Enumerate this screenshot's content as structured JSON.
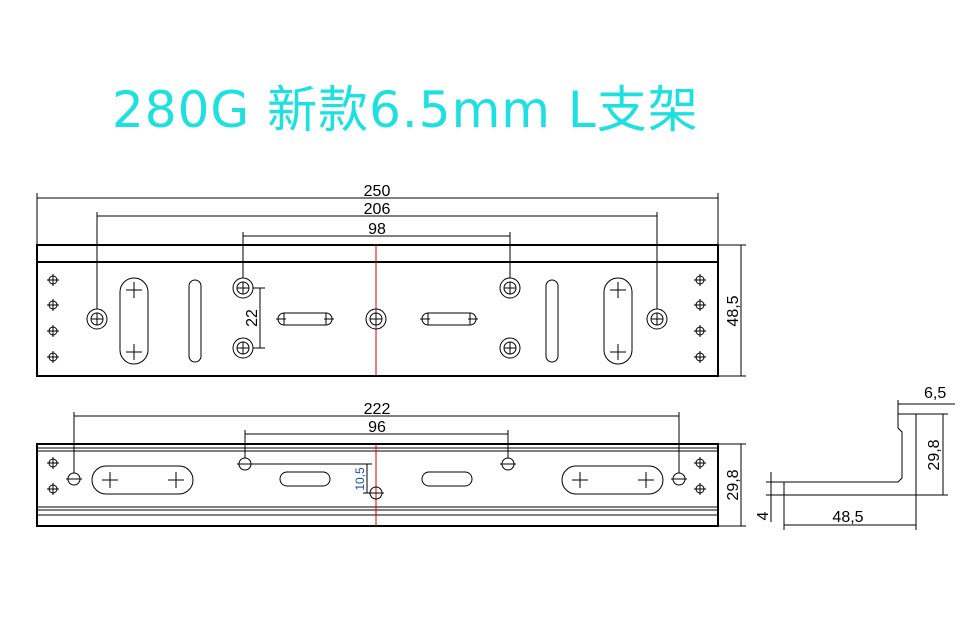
{
  "title": "280G 新款6.5mm L支架",
  "colors": {
    "title": "#1de0e0",
    "centerline": "#e00000",
    "small_dim": "#1a4fa0"
  },
  "top_view": {
    "dims": {
      "overall": "250",
      "outer_holes": "206",
      "inner_holes": "98",
      "hole_spacing": "22",
      "height": "48,5"
    }
  },
  "front_view": {
    "dims": {
      "outer_holes": "222",
      "inner_holes": "96",
      "offset": "10,5",
      "height": "29,8"
    }
  },
  "profile": {
    "dims": {
      "lip": "6,5",
      "height": "29,8",
      "thickness": "4",
      "width": "48,5"
    }
  }
}
